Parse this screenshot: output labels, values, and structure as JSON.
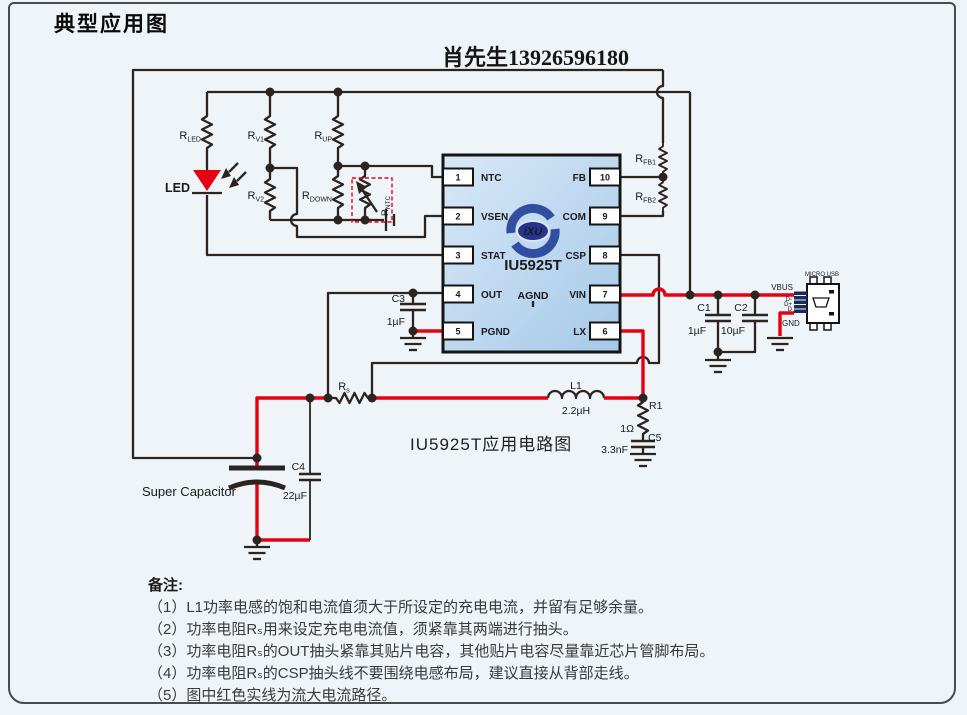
{
  "page": {
    "title": "典型应用图",
    "contact": "肖先生13926596180",
    "caption": "IU5925T应用电路图"
  },
  "colors": {
    "background": "#eef4f8",
    "wire_black": "#2b2420",
    "high_current_red": "#e60012",
    "dashed_box_red": "#e8001e",
    "ic_fill_top": "#d8e8f8",
    "ic_fill_bottom": "#a6c9e8",
    "logo_blue": "#30509f",
    "logo_orange": "#f6921e"
  },
  "ic": {
    "name": "IU5925T",
    "logo_text": "iXU",
    "agnd_label": "AGND",
    "left_pins": [
      {
        "num": "1",
        "label": "NTC"
      },
      {
        "num": "2",
        "label": "VSEN"
      },
      {
        "num": "3",
        "label": "STAT"
      },
      {
        "num": "4",
        "label": "OUT"
      },
      {
        "num": "5",
        "label": "PGND"
      }
    ],
    "right_pins": [
      {
        "num": "10",
        "label": "FB"
      },
      {
        "num": "9",
        "label": "COM"
      },
      {
        "num": "8",
        "label": "CSP"
      },
      {
        "num": "7",
        "label": "VIN"
      },
      {
        "num": "6",
        "label": "LX"
      }
    ]
  },
  "components": {
    "r_led": {
      "base": "R",
      "sub": "LED"
    },
    "r_v1": {
      "base": "R",
      "sub": "V1"
    },
    "r_v2": {
      "base": "R",
      "sub": "V2"
    },
    "r_up": {
      "base": "R",
      "sub": "UP"
    },
    "r_down": {
      "base": "R",
      "sub": "DOWN"
    },
    "r_ntc": {
      "base": "R",
      "sub": "NTC"
    },
    "r_fb1": {
      "base": "R",
      "sub": "FB1"
    },
    "r_fb2": {
      "base": "R",
      "sub": "FB2"
    },
    "r_s": {
      "base": "R",
      "sub": "s"
    },
    "r1": {
      "name": "R1",
      "value": "1Ω"
    },
    "c1": {
      "name": "C1",
      "value": "1µF"
    },
    "c2": {
      "name": "C2",
      "value": "10µF"
    },
    "c3": {
      "name": "C3",
      "value": "1µF"
    },
    "c4": {
      "name": "C4",
      "value": "22µF"
    },
    "c5": {
      "name": "C5",
      "value": "3.3nF"
    },
    "l1": {
      "name": "L1",
      "value": "2.2µH"
    },
    "led": {
      "label": "LED"
    },
    "supercap": {
      "label": "Super Capacitor"
    }
  },
  "usb": {
    "title": "MICRO USB",
    "vbus": "VBUS",
    "dm": "D-",
    "dp": "D+",
    "d": "D",
    "gnd": "GND"
  },
  "notes": {
    "heading": "备注:",
    "items": [
      "（1）L1功率电感的饱和电流值须大于所设定的充电电流，并留有足够余量。",
      "（2）功率电阻Rₛ用来设定充电电流值，须紧靠其两端进行抽头。",
      "（3）功率电阻Rₛ的OUT抽头紧靠其贴片电容，其他贴片电容尽量靠近芯片管脚布局。",
      "（4）功率电阻Rₛ的CSP抽头线不要围绕电感布局，建议直接从背部走线。",
      "（5）图中红色实线为流大电流路径。"
    ]
  }
}
